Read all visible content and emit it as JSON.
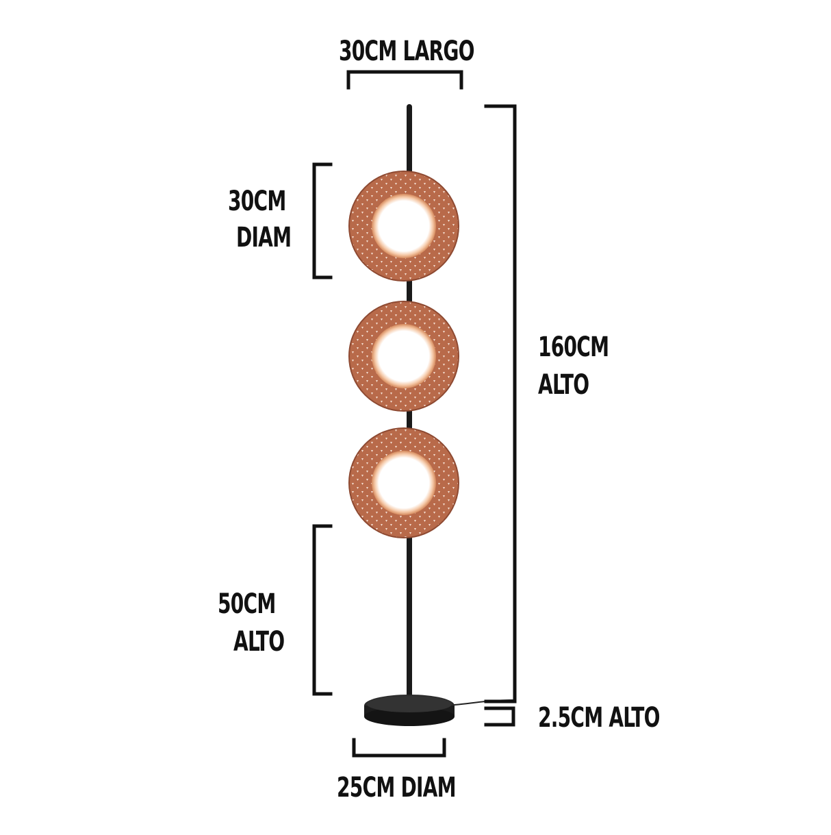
{
  "image": {
    "subject": "floor-lamp-with-three-rings",
    "colors": {
      "background": "#ffffff",
      "ink": "#111111",
      "copper": "#b86a4a",
      "copper_dark": "#8e4a32",
      "glow": "#ffffff",
      "pole": "#1a1a1a"
    }
  },
  "dimensions": {
    "width_label": "30CM LARGO",
    "total_height": {
      "line1": "160CM",
      "line2": "ALTO"
    },
    "ring_diameter": {
      "line1": "30CM",
      "line2": "DIAM"
    },
    "lower_height": {
      "line1": "50CM",
      "line2": "ALTO"
    },
    "base_height_label": "2.5CM ALTO",
    "base_diameter_label": "25CM DIAM"
  }
}
